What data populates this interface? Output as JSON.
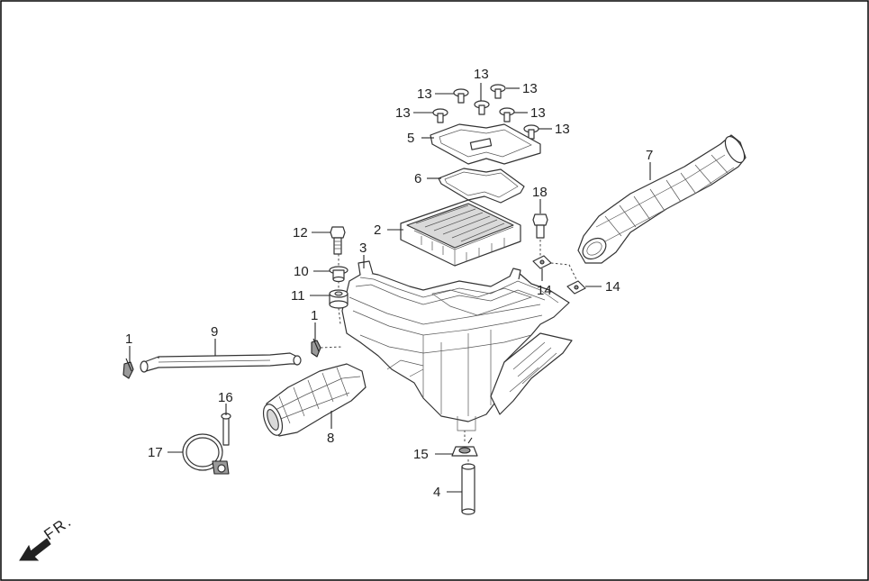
{
  "diagram": {
    "direction_label": "FR.",
    "callouts": [
      {
        "id": "c1a",
        "text": "1"
      },
      {
        "id": "c1b",
        "text": "1"
      },
      {
        "id": "c2",
        "text": "2"
      },
      {
        "id": "c3",
        "text": "3"
      },
      {
        "id": "c4",
        "text": "4"
      },
      {
        "id": "c5",
        "text": "5"
      },
      {
        "id": "c6",
        "text": "6"
      },
      {
        "id": "c7",
        "text": "7"
      },
      {
        "id": "c8",
        "text": "8"
      },
      {
        "id": "c9",
        "text": "9"
      },
      {
        "id": "c10",
        "text": "10"
      },
      {
        "id": "c11",
        "text": "11"
      },
      {
        "id": "c12",
        "text": "12"
      },
      {
        "id": "c13a",
        "text": "13"
      },
      {
        "id": "c13b",
        "text": "13"
      },
      {
        "id": "c13c",
        "text": "13"
      },
      {
        "id": "c13d",
        "text": "13"
      },
      {
        "id": "c13e",
        "text": "13"
      },
      {
        "id": "c13f",
        "text": "13"
      },
      {
        "id": "c14a",
        "text": "14"
      },
      {
        "id": "c14b",
        "text": "14"
      },
      {
        "id": "c15",
        "text": "15"
      },
      {
        "id": "c16",
        "text": "16"
      },
      {
        "id": "c17",
        "text": "17"
      },
      {
        "id": "c18",
        "text": "18"
      }
    ],
    "colors": {
      "line": "#222222",
      "frame": "#000000",
      "shade": "#9a9a9a",
      "fill_light": "#d9d9d9"
    }
  }
}
